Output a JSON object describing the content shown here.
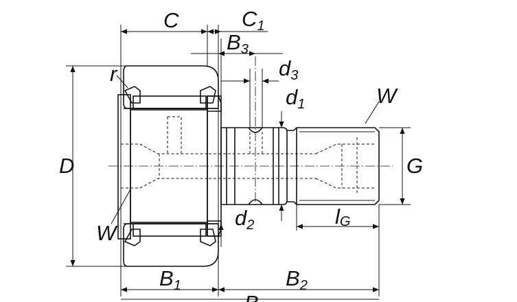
{
  "labels": {
    "C": "C",
    "C1_main": "C",
    "C1_sub": "1",
    "B3_main": "B",
    "B3_sub": "3",
    "d3_main": "d",
    "d3_sub": "3",
    "d1_main": "d",
    "d1_sub": "1",
    "r": "r",
    "W_right": "W",
    "D": "D",
    "G": "G",
    "W_left": "W",
    "d2_main": "d",
    "d2_sub": "2",
    "lG_main": "l",
    "lG_sub": "G",
    "B1_main": "B",
    "B1_sub": "1",
    "B2_main": "B",
    "B2_sub": "2",
    "B": "B"
  },
  "colors": {
    "ink": "#111111",
    "background": "#ffffff"
  }
}
